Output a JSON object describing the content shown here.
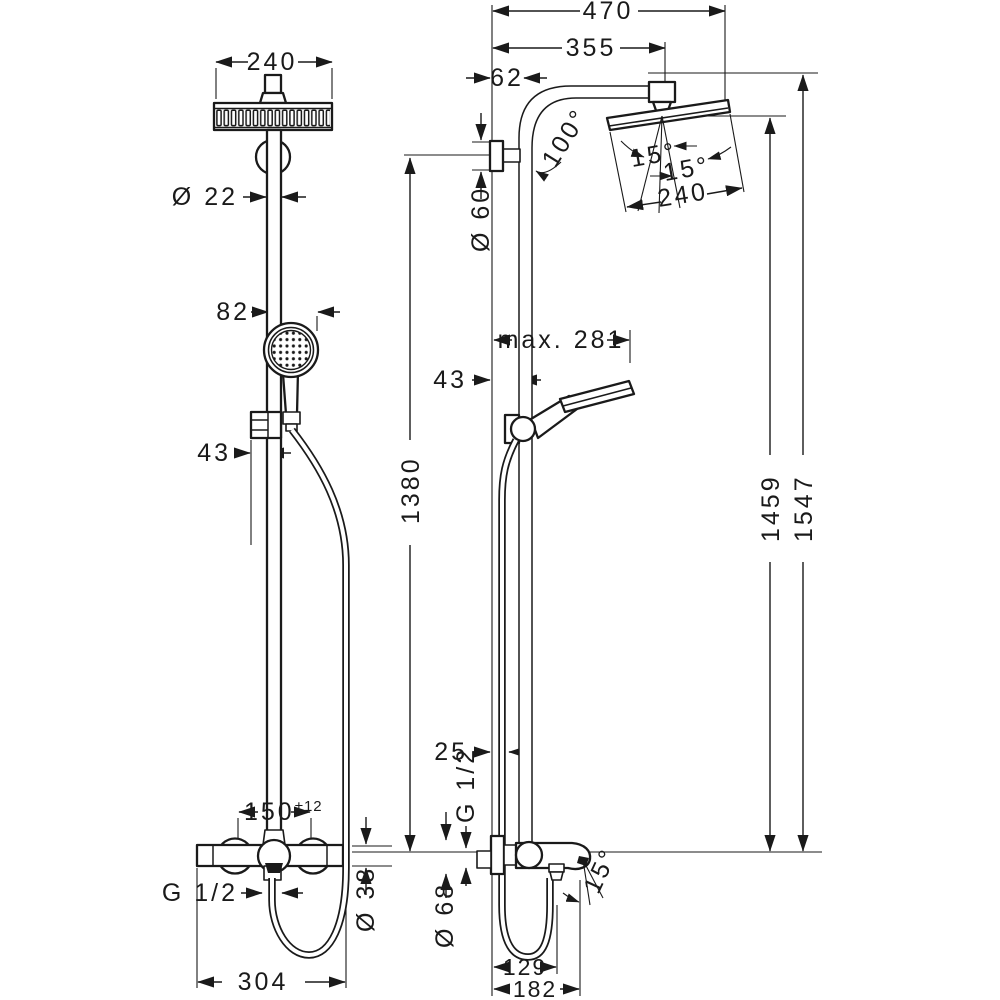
{
  "drawing": {
    "front": {
      "head_width": "240",
      "pipe_diameter": "Ø 22",
      "hand_shower_width": "82",
      "bracket_offset": "43",
      "connection_distance": "150",
      "connection_tolerance": "±12",
      "thread_label": "G 1/2",
      "valve_height": "Ø 38",
      "valve_width": "304"
    },
    "side": {
      "overall_depth": "470",
      "arm_reach": "355",
      "upper_wall_offset": "62",
      "arm_angle": "100°",
      "head_tilt_upper": "15°",
      "head_tilt_lower": "15°",
      "head_depth": "240",
      "escutcheon_diameter": "Ø 60",
      "max_hand_shower_reach": "max. 281",
      "pipe_wall_offset": "43",
      "bracket_height": "1380",
      "head_corner_height": "1459",
      "overall_height": "1547",
      "lower_wall_offset": "25",
      "lower_thread_label": "G 1/2",
      "valve_diameter": "Ø 68",
      "spout_angle": "15°",
      "spout_depth": "129",
      "lower_overall_depth": "182"
    }
  }
}
